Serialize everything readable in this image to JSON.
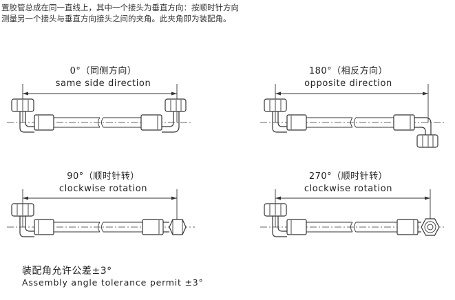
{
  "intro": {
    "line1": "置胶管总成在同一直线上，其中一个接头为垂直方向：按顺时针方向",
    "line2": "测量另一个接头与垂直方向接头之间的夹角。此夹角即为装配角。"
  },
  "panels": [
    {
      "angle_cn": "0°（同侧方向）",
      "angle_en": "same side direction"
    },
    {
      "angle_cn": "180°（相反方向）",
      "angle_en": "opposite direction"
    },
    {
      "angle_cn": "90°（顺时针转）",
      "angle_en": "clockwise rotation"
    },
    {
      "angle_cn": "270°（顺时针转）",
      "angle_en": "clockwise rotation"
    }
  ],
  "tolerance": {
    "cn": "装配角允许公差±3°",
    "en": "Assembly angle tolerance permit ±3°"
  }
}
